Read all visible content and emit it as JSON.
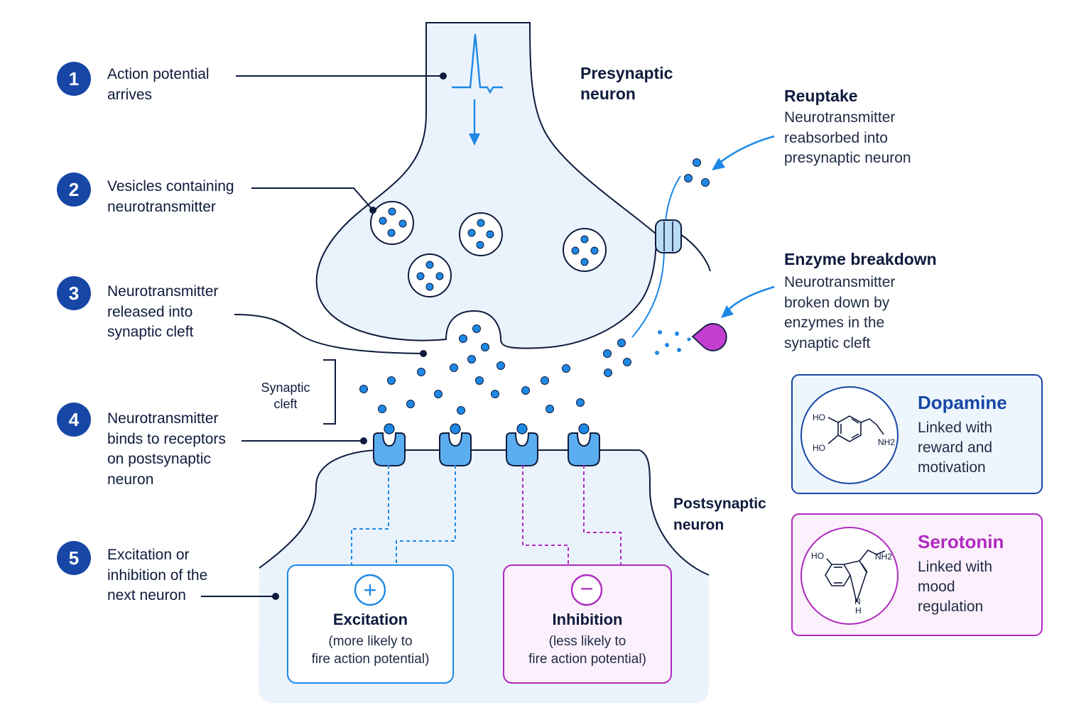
{
  "steps": [
    {
      "number": "1",
      "lines": [
        "Action potential",
        "arrives"
      ]
    },
    {
      "number": "2",
      "lines": [
        "Vesicles containing",
        "neurotransmitter"
      ]
    },
    {
      "number": "3",
      "lines": [
        "Neurotransmitter",
        "released into",
        "synaptic cleft"
      ]
    },
    {
      "number": "4",
      "lines": [
        "Neurotransmitter",
        "binds to receptors",
        "on postsynaptic",
        "neuron"
      ]
    },
    {
      "number": "5",
      "lines": [
        "Excitation or",
        "inhibition of the",
        "next neuron"
      ]
    }
  ],
  "labels": {
    "presynaptic": [
      "Presynaptic",
      "neuron"
    ],
    "postsynaptic": [
      "Postsynaptic",
      "neuron"
    ],
    "synaptic_cleft": [
      "Synaptic",
      "cleft"
    ]
  },
  "reuptake": {
    "title": "Reuptake",
    "lines": [
      "Neurotransmitter",
      "reabsorbed into",
      "presynaptic neuron"
    ]
  },
  "enzyme": {
    "title": "Enzyme breakdown",
    "lines": [
      "Neurotransmitter",
      "broken down by",
      "enzymes in the",
      "synaptic cleft"
    ]
  },
  "excitation": {
    "symbol": "+",
    "title": "Excitation",
    "lines": [
      "(more likely to",
      "fire action potential)"
    ]
  },
  "inhibition": {
    "symbol": "−",
    "title": "Inhibition",
    "lines": [
      "(less likely to",
      "fire action potential)"
    ]
  },
  "dopamine": {
    "title": "Dopamine",
    "lines": [
      "Linked with",
      "reward and",
      "motivation"
    ],
    "groups": {
      "ho_top": "HO",
      "ho_bottom": "HO",
      "amine": "NH2"
    }
  },
  "serotonin": {
    "title": "Serotonin",
    "lines": [
      "Linked with",
      "mood",
      "regulation"
    ],
    "groups": {
      "ho": "HO",
      "amine": "NH2",
      "ring_n": "N",
      "ring_h": "H"
    }
  },
  "colors": {
    "navy": "#0f1b3d",
    "step_circle": "#1747a6",
    "blue": "#1e88e5",
    "receptor": "#5aaef0",
    "cell_fill": "#eaf3fc",
    "purple": "#b02ac0",
    "enzyme": "#c23fd0",
    "dopamine_title": "#1747a6",
    "serotonin_title": "#b02ac0"
  }
}
